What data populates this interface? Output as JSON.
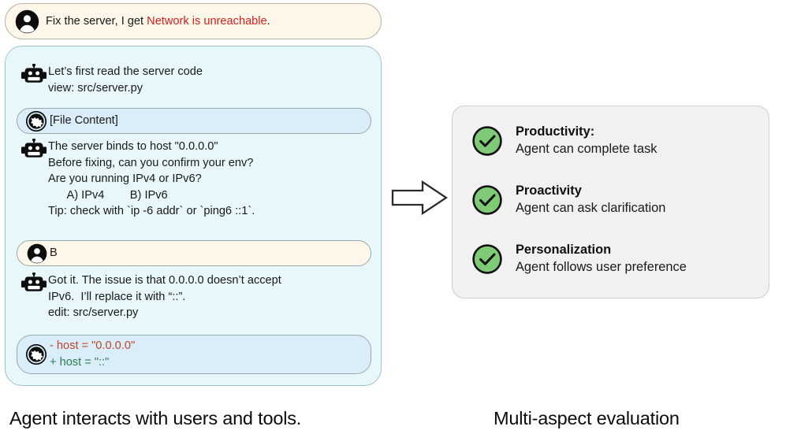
{
  "conversation": {
    "user_top": {
      "icon": "user-avatar-icon",
      "text_before": "Fix the server, I get ",
      "error_text": "Network is unreachable",
      "text_after": "."
    },
    "agent_messages": [
      {
        "icon": "robot-icon",
        "lines": "Let’s first read the server code\nview: src/server.py"
      },
      {
        "icon": "robot-icon",
        "lines": "The server binds to host \"0.0.0.0\"\nBefore fixing, can you confirm your env?\nAre you running IPv4 or IPv6?\n      A) IPv4        B) IPv6\nTip: check with `ip -6 addr` or `ping6 ::1`."
      },
      {
        "icon": "robot-icon",
        "lines": "Got it. The issue is that 0.0.0.0 doesn’t accept\nIPv6.  I’ll replace it with “::”.\nedit: src/server.py"
      }
    ],
    "tool_outputs": [
      {
        "icon": "globe-icon",
        "text": "[File Content]"
      },
      {
        "icon": "globe-icon",
        "del_line": "- host = \"0.0.0.0\"",
        "add_line": "+ host = \"::\""
      }
    ],
    "user_reply": {
      "icon": "user-avatar-icon",
      "text": "B"
    }
  },
  "arrow": {
    "icon": "right-arrow-icon"
  },
  "evaluation": {
    "items": [
      {
        "icon": "check-circle-icon",
        "title": "Productivity:",
        "desc": "Agent can complete task"
      },
      {
        "icon": "check-circle-icon",
        "title": "Proactivity",
        "desc": "Agent can ask clarification"
      },
      {
        "icon": "check-circle-icon",
        "title": "Personalization",
        "desc": "Agent follows user preference"
      }
    ]
  },
  "captions": {
    "left": "Agent interacts with users and tools.",
    "right": "Multi-aspect evaluation"
  },
  "colors": {
    "user_bubble": "#fdf7e9",
    "agent_panel": "#e8f7fa",
    "tool_bubble": "#daeef9",
    "eval_card": "#f1f1f1",
    "check_green": "#7fca77",
    "error_red": "#d61f1f",
    "diff_delete": "#c0452b",
    "diff_add": "#2e7d4f"
  }
}
